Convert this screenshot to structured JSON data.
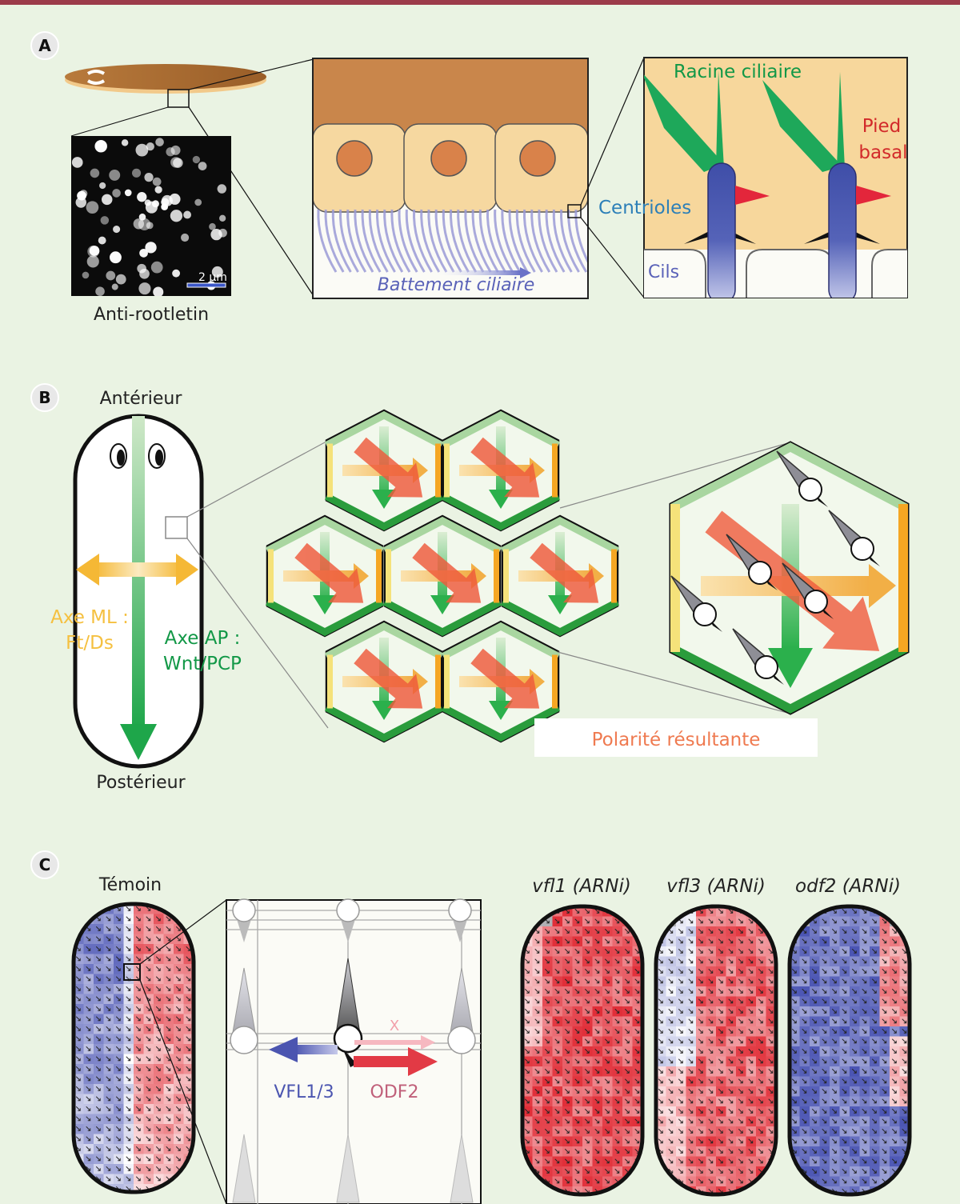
{
  "colors": {
    "background": "#eaf3e3",
    "top_bar": "#9c3b4a",
    "tissue_brown": "#c9864b",
    "cell_cream": "#f5d39a",
    "nucleus": "#d9824a",
    "cilia": "#8f8fd0",
    "rootlet_green": "#1ea85a",
    "basal_foot_red": "#e3263b",
    "centriole_blue": "#4b58b2",
    "ml_axis": "#f5a623",
    "ap_axis": "#2aa84a",
    "resulting_polarity": "#ef5a3c",
    "label_blue": "#2c7fb8",
    "label_red": "#d22a2a",
    "label_green": "#129847",
    "label_yellow": "#f5c040",
    "label_orange": "#ef7a50",
    "label_pink": "#c0607a",
    "map_blue": "#4a55b0",
    "map_red": "#e0303c"
  },
  "panels": {
    "a": {
      "letter": "A",
      "micrograph_label": "Anti-rootletin",
      "scale_bar": "2 µm",
      "beating_label": "Battement ciliaire",
      "rootlet_label": "Racine ciliaire",
      "basal_foot_label_1": "Pied",
      "basal_foot_label_2": "basal",
      "centrioles_label": "Centrioles",
      "cilia_label": "Cils"
    },
    "b": {
      "letter": "B",
      "anterior": "Antérieur",
      "posterior": "Postérieur",
      "ml_axis_1": "Axe ML :",
      "ml_axis_2": "Ft/Ds",
      "ap_axis_1": "Axe AP :",
      "ap_axis_2": "Wnt/PCP",
      "resulting": "Polarité résultante"
    },
    "c": {
      "letter": "C",
      "control": "Témoin",
      "vfl": "VFL1/3",
      "odf": "ODF2",
      "x": "X",
      "maps": [
        {
          "name": "vfl1 (ARNi)"
        },
        {
          "name": "vfl3 (ARNi)"
        },
        {
          "name": "odf2 (ARNi)"
        }
      ]
    }
  }
}
